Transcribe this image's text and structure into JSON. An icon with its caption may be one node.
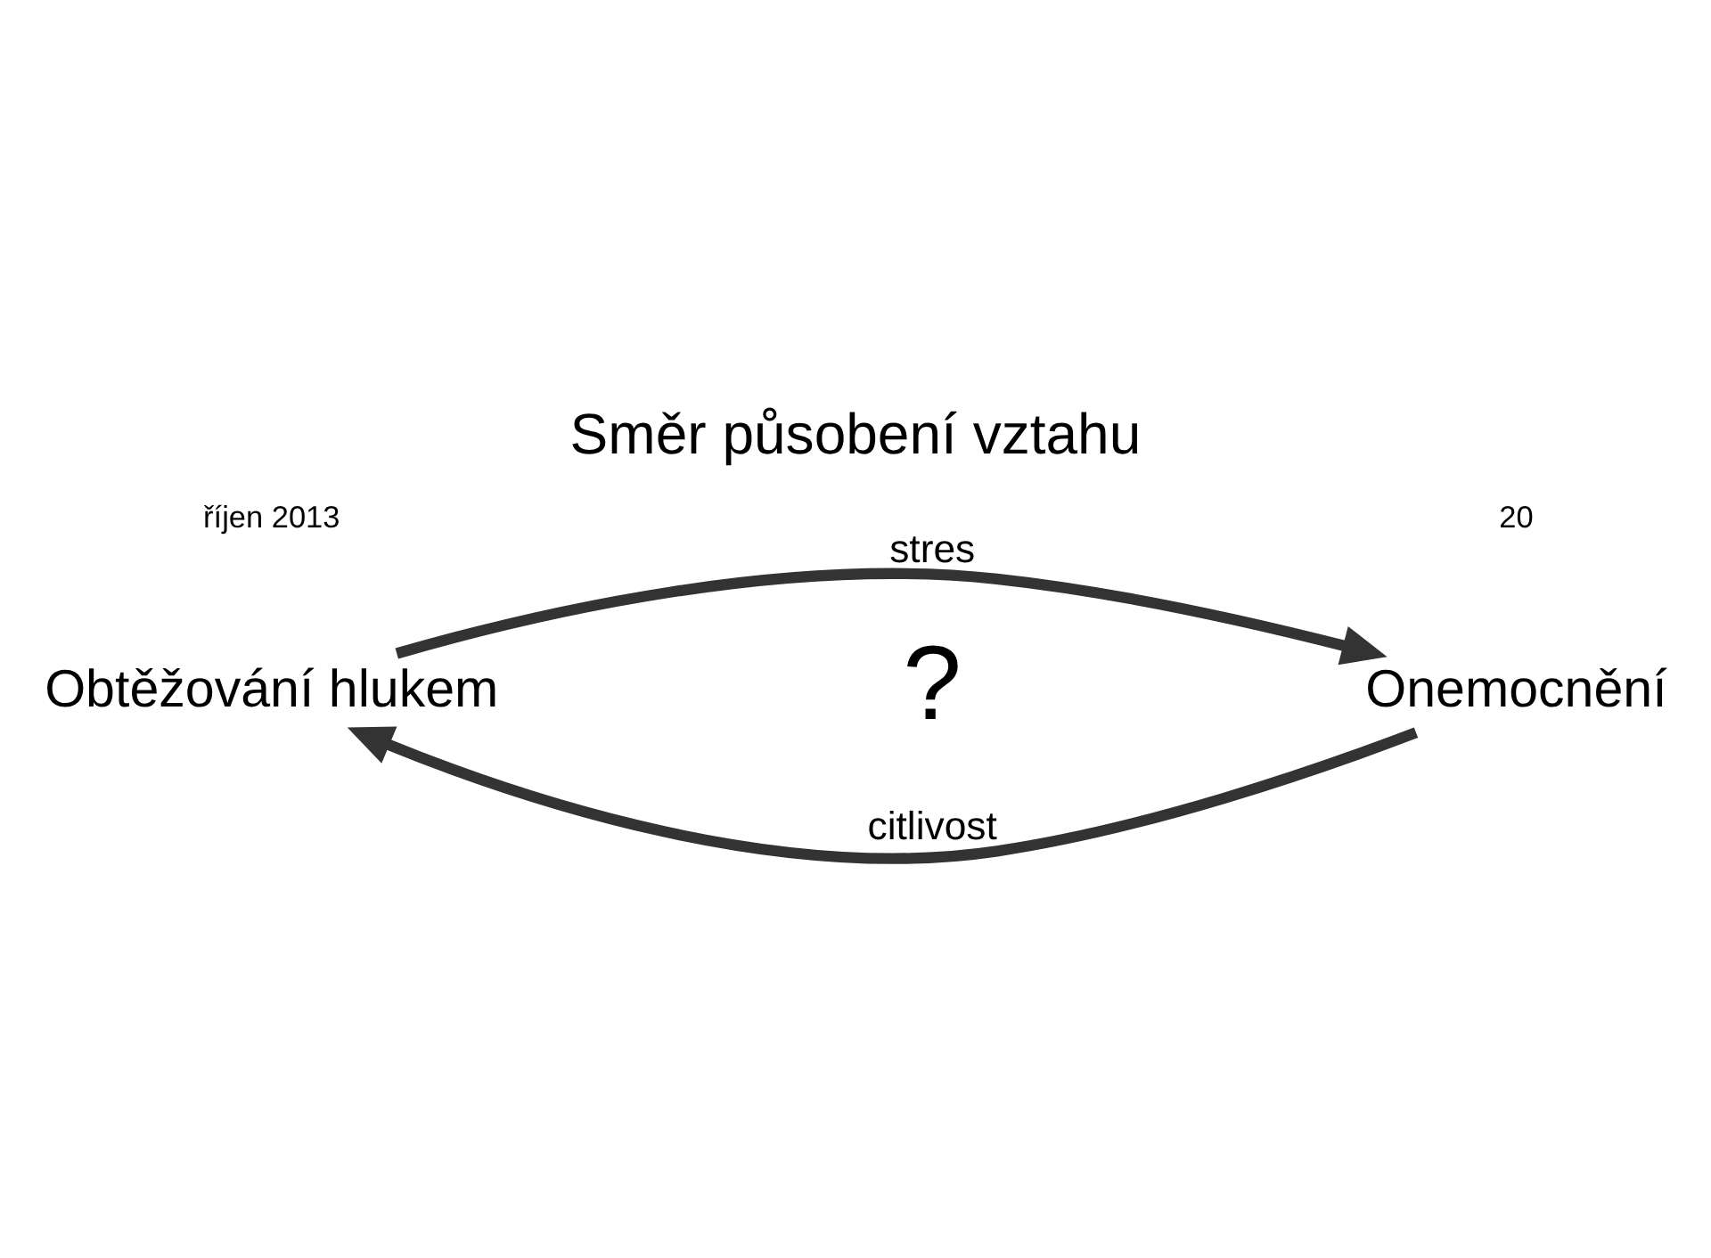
{
  "diagram": {
    "title": "Směr působení vztahu",
    "nodes": [
      {
        "text": [
          "Obtěžování hlukem"
        ]
      },
      {
        "text": [
          "Onemocnění"
        ]
      }
    ],
    "edges": [
      {
        "from": 0,
        "to": 1,
        "arrow": "to",
        "label": "stres"
      },
      {
        "from": 1,
        "to": 0,
        "arrow": "to",
        "label": "citlivost"
      }
    ],
    "labels": [
      "?",
      "říjen 2013",
      "20"
    ]
  }
}
